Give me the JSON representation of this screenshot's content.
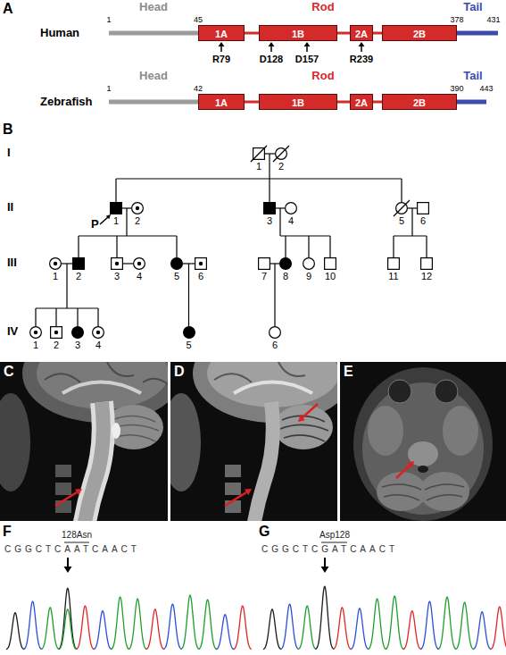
{
  "diagram": {
    "nodes": [
      {
        "text": [
          "1A"
        ]
      },
      {
        "text": [
          "1B"
        ]
      },
      {
        "text": [
          "2A"
        ]
      },
      {
        "text": [
          "2B"
        ]
      },
      {
        "text": [
          "1A"
        ]
      },
      {
        "text": [
          "1B"
        ]
      },
      {
        "text": [
          "2A"
        ]
      },
      {
        "text": [
          "2B"
        ]
      },
      {
        "text": [
          "1"
        ]
      },
      {
        "text": [
          "2"
        ]
      },
      {
        "text": [
          "1"
        ]
      },
      {
        "text": [
          "2"
        ]
      },
      {
        "text": [
          "3"
        ]
      },
      {
        "text": [
          "4"
        ]
      },
      {
        "text": [
          "5"
        ]
      },
      {
        "text": [
          "6"
        ]
      },
      {
        "text": [
          "1"
        ]
      },
      {
        "text": [
          "2"
        ]
      },
      {
        "text": [
          "3"
        ]
      },
      {
        "text": [
          "4"
        ]
      },
      {
        "text": [
          "5"
        ]
      },
      {
        "text": [
          "6"
        ]
      },
      {
        "text": [
          "7"
        ]
      },
      {
        "text": [
          "8"
        ]
      },
      {
        "text": [
          "9"
        ]
      },
      {
        "text": [
          "10"
        ]
      },
      {
        "text": [
          "11"
        ]
      },
      {
        "text": [
          "12"
        ]
      },
      {
        "text": [
          "1"
        ]
      },
      {
        "text": [
          "2"
        ]
      },
      {
        "text": [
          "3"
        ]
      },
      {
        "text": [
          "4"
        ]
      },
      {
        "text": [
          "5"
        ]
      },
      {
        "text": [
          "6"
        ]
      }
    ],
    "edges": [
      {
        "from": 0,
        "to": 1,
        "arrow": "none"
      },
      {
        "from": 1,
        "to": 2,
        "arrow": "none"
      },
      {
        "from": 2,
        "to": 3,
        "arrow": "none"
      },
      {
        "from": 4,
        "to": 5,
        "arrow": "none"
      },
      {
        "from": 5,
        "to": 6,
        "arrow": "none"
      },
      {
        "from": 6,
        "to": 7,
        "arrow": "none"
      },
      {
        "from": 8,
        "to": 9,
        "arrow": "none"
      },
      {
        "from": 10,
        "to": 11,
        "arrow": "none"
      },
      {
        "from": 12,
        "to": 13,
        "arrow": "none"
      },
      {
        "from": 14,
        "to": 15,
        "arrow": "none"
      },
      {
        "from": 16,
        "to": 17,
        "arrow": "none"
      },
      {
        "from": 18,
        "to": 19,
        "arrow": "none"
      },
      {
        "from": 20,
        "to": 21,
        "arrow": "none"
      },
      {
        "from": 22,
        "to": 23,
        "arrow": "none"
      }
    ],
    "labels": [
      "A",
      "Human",
      "Head",
      "Rod",
      "Tail",
      "1",
      "45",
      "378",
      "431",
      "R79",
      "D128",
      "D157",
      "R239",
      "Zebrafish",
      "Head",
      "Rod",
      "Tail",
      "1",
      "42",
      "390",
      "443",
      "B",
      "I",
      "II",
      "III",
      "IV",
      "P",
      "C",
      "D",
      "E",
      "F",
      "128Asn",
      "CGGCTCAATCAACT",
      "G",
      "Asp128",
      "CGGCTCGATCAACT"
    ]
  }
}
